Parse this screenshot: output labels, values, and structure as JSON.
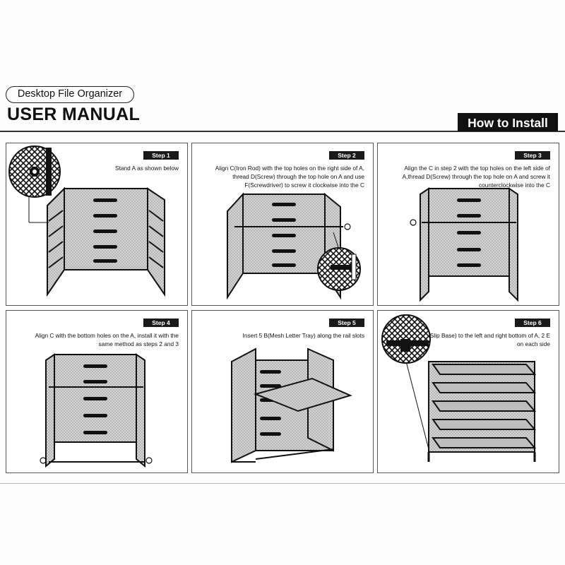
{
  "header": {
    "product_name": "Desktop File Organizer",
    "manual_title": "USER MANUAL",
    "section_label": "How to Install"
  },
  "steps": [
    {
      "label": "Step 1",
      "text": "Stand A as shown below"
    },
    {
      "label": "Step 2",
      "text": "Align C(Iron Rod) with the top holes on the right side of A, thread D(Screw) through the top hole on A and use F(Screwdriver) to screw it clockwise into the C"
    },
    {
      "label": "Step 3",
      "text": "Align the C in step 2 with the top holes on the left side of A,thread D(Screw) through the top hole on A and screw it counterclockwise into the C"
    },
    {
      "label": "Step 4",
      "text": "Align C with the bottom holes on the A, install it with the same method as steps 2 and 3"
    },
    {
      "label": "Step 5",
      "text": "Insert 5 B(Mesh Letter Tray) along the rail slots"
    },
    {
      "label": "Step 6",
      "text": "Add E(Anti Slip Base) to the left and right bottom of A, 2 E on each side"
    }
  ],
  "colors": {
    "accent": "#111111",
    "mesh": "#cfcfcf",
    "frame": "#1a1a1a"
  }
}
